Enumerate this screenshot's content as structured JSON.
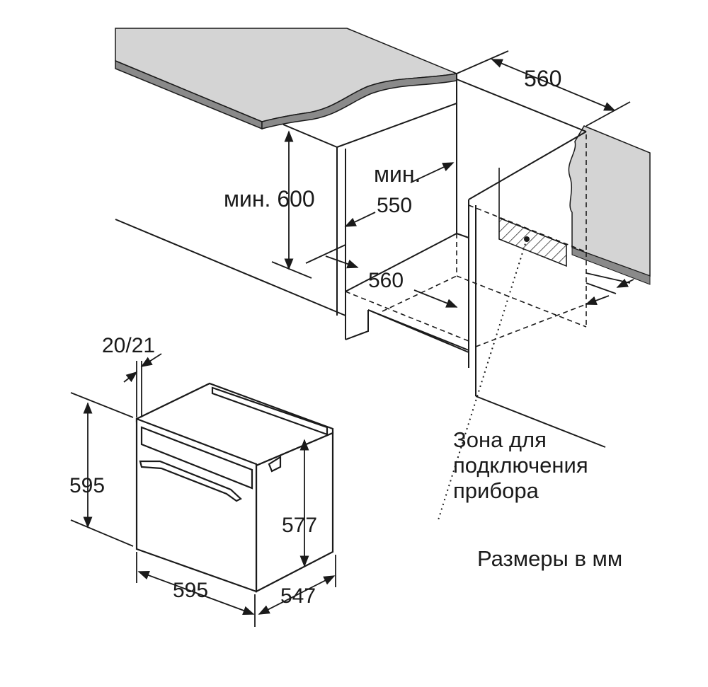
{
  "labels": {
    "top_width": "560",
    "min_word": "мин.",
    "min_height": "мин. 600",
    "min_depth": "550",
    "inner_width": "560",
    "panel_gap": "20/21",
    "height_total": "595",
    "height_body": "577",
    "width_front": "595",
    "depth_body": "547",
    "zone_line1": "Зона для",
    "zone_line2": "подключения",
    "zone_line3": "прибора",
    "units_note": "Размеры в мм"
  },
  "colors": {
    "line": "#1a1a1a",
    "countertop": "#d4d4d4",
    "countertop_edge": "#8a8a8a",
    "wall": "#d4d4d4",
    "hatch": "#555555"
  }
}
